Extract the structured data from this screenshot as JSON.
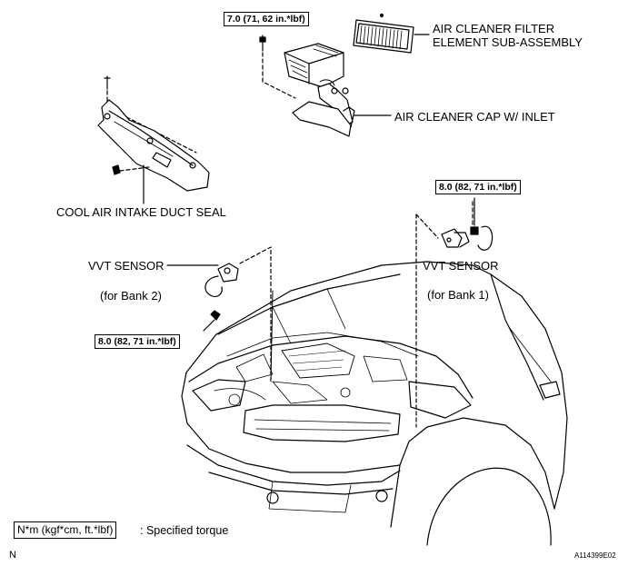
{
  "labels": {
    "air_filter": [
      "AIR CLEANER FILTER",
      "ELEMENT SUB-ASSEMBLY"
    ],
    "air_cap": "AIR CLEANER CAP W/ INLET",
    "duct_seal": "COOL AIR INTAKE DUCT SEAL",
    "vvt2_name": "VVT SENSOR",
    "vvt2_bank": "(for Bank 2)",
    "vvt1_name": "VVT SENSOR",
    "vvt1_bank": "(for Bank 1)"
  },
  "torques": {
    "air_cap": "7.0 (71, 62 in.*lbf)",
    "vvt1": "8.0 (82, 71 in.*lbf)",
    "vvt2": "8.0 (82, 71 in.*lbf)"
  },
  "legend": {
    "unit": "N*m (kgf*cm, ft.*lbf)",
    "meaning": ": Specified torque"
  },
  "corner_letter": "N",
  "figure_id": "A114399E02"
}
